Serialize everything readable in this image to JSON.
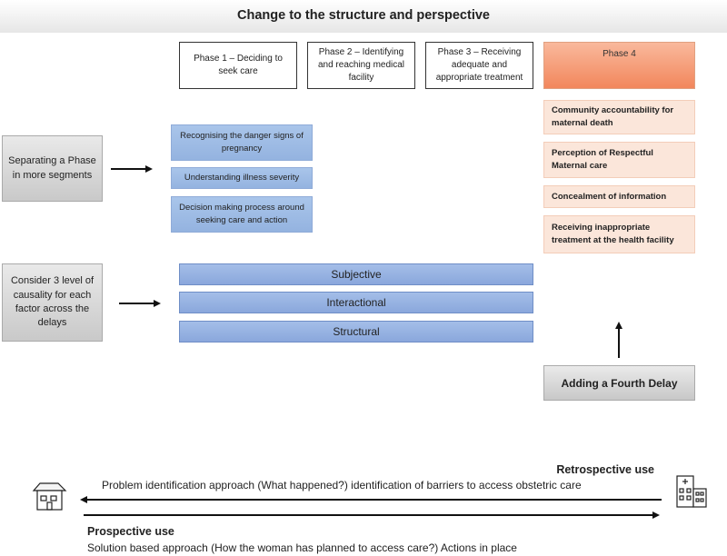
{
  "title": "Change to the structure and perspective",
  "phases": [
    {
      "label": "Phase 1 – Deciding to seek care"
    },
    {
      "label": "Phase 2 – Identifying and reaching medical facility"
    },
    {
      "label": "Phase 3 – Receiving adequate and appropriate treatment"
    },
    {
      "label": "Phase 4"
    }
  ],
  "phase4_factors": [
    "Community accountability for maternal death",
    "Perception of Respectful Maternal care",
    "Concealment of information",
    "Receiving inappropriate treatment at the health facility"
  ],
  "separating": {
    "label": "Separating a Phase in more segments",
    "segments": [
      "Recognising the danger signs of pregnancy",
      "Understanding illness severity",
      "Decision making process around seeking care and action"
    ]
  },
  "causality": {
    "label": "Consider 3 level of causality for each factor across the delays",
    "levels": [
      "Subjective",
      "Interactional",
      "Structural"
    ]
  },
  "fourth_delay": "Adding a Fourth Delay",
  "retrospective": {
    "label": "Retrospective use",
    "text": "Problem identification approach (What happened?) identification of barriers to access obstetric care"
  },
  "prospective": {
    "label": "Prospective use",
    "text": "Solution based approach (How the woman has planned to access care?) Actions in place"
  },
  "icons": {
    "home": "house-icon",
    "facility": "hospital-building-icon"
  },
  "colors": {
    "phase4_fill": "#f2875c",
    "factor_fill": "#fbe6da",
    "segment_fill": "#a9c5ea",
    "level_fill": "#8aa7dc",
    "gray_fill": "#d4d4d4"
  }
}
